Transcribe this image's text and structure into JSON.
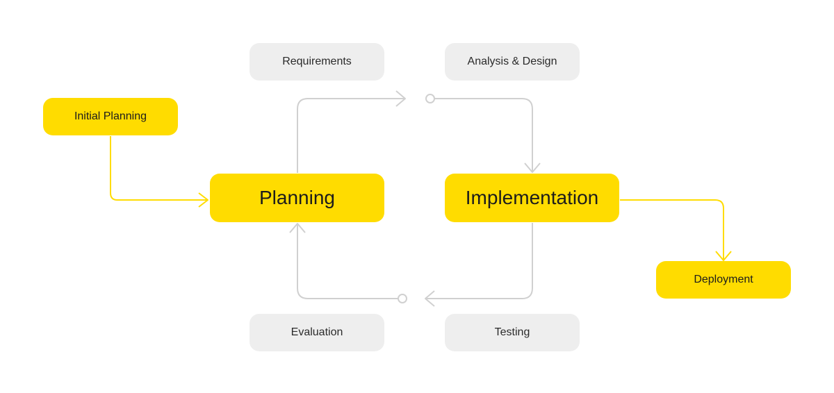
{
  "diagram": {
    "colors": {
      "stage_fill": "#ffdc00",
      "step_fill": "#eeeeee",
      "cycle_line": "#d0d0d0",
      "flow_line": "#ffdc00",
      "background": "#ffffff"
    },
    "nodes": {
      "requirements": "Requirements",
      "analysis_design": "Analysis & Design",
      "initial_planning": "Initial Planning",
      "planning": "Planning",
      "implementation": "Implementation",
      "deployment": "Deployment",
      "evaluation": "Evaluation",
      "testing": "Testing"
    },
    "edges": [
      {
        "from": "Initial Planning",
        "to": "Planning",
        "style": "yellow-arrow"
      },
      {
        "from": "Planning",
        "to": "Analysis & Design",
        "style": "grey-cycle-arrow"
      },
      {
        "from": "Analysis & Design",
        "to": "Implementation",
        "style": "grey-cycle-arrow"
      },
      {
        "from": "Implementation",
        "to": "Testing",
        "style": "grey-cycle-arrow"
      },
      {
        "from": "Testing",
        "to": "Planning",
        "style": "grey-cycle-arrow"
      },
      {
        "from": "Implementation",
        "to": "Deployment",
        "style": "yellow-arrow"
      }
    ]
  }
}
